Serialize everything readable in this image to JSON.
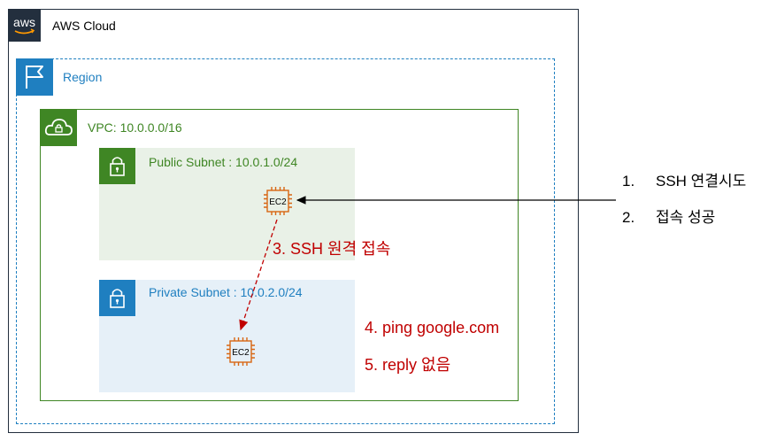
{
  "cloud": {
    "logo_text": "aws",
    "title": "AWS Cloud"
  },
  "region": {
    "title": "Region"
  },
  "vpc": {
    "title": "VPC: 10.0.0.0/16"
  },
  "public_subnet": {
    "title": "Public Subnet : 10.0.1.0/24"
  },
  "private_subnet": {
    "title": "Private Subnet : 10.0.2.0/24"
  },
  "ec2_public": {
    "label": "EC2"
  },
  "ec2_private": {
    "label": "EC2"
  },
  "annotations": {
    "ssh_remote": "3. SSH 원격 접속",
    "ping": "4. ping google.com",
    "reply": "5. reply 없음"
  },
  "steps": [
    {
      "num": "1.",
      "text": "SSH 연결시도"
    },
    {
      "num": "2.",
      "text": "접속 성공"
    }
  ],
  "colors": {
    "aws_dark": "#232f3e",
    "region_blue": "#1f7fc0",
    "vpc_green": "#3f8624",
    "ec2_orange": "#d86613",
    "annotation_red": "#c00000"
  }
}
